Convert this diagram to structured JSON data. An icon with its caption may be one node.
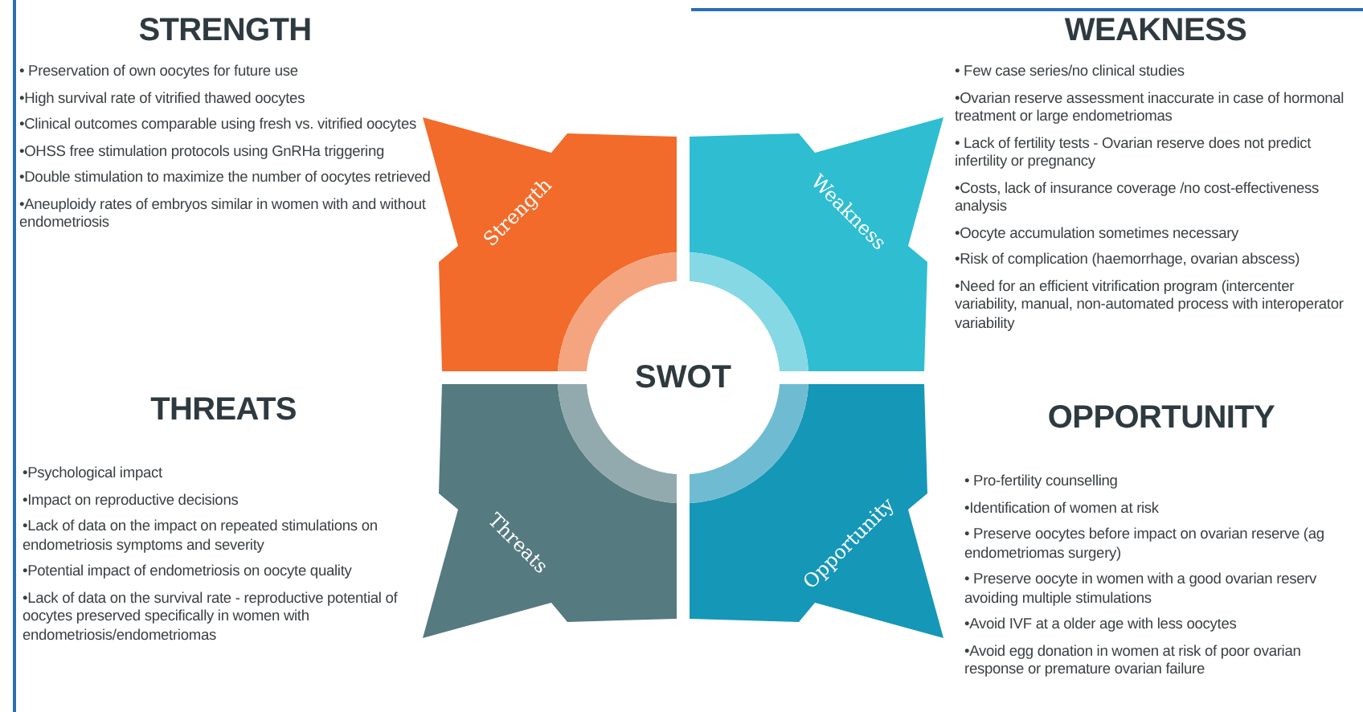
{
  "diagram": {
    "nodes": [
      {
        "text": [
          "Strength"
        ]
      },
      {
        "text": [
          "Weakness"
        ]
      },
      {
        "text": [
          "SWOT"
        ]
      },
      {
        "text": [
          "Threats"
        ]
      },
      {
        "text": [
          "Opportunity"
        ]
      }
    ],
    "labels": [
      "STRENGTH",
      "• Preservation of own oocytes for future use",
      "•High survival rate of vitrified thawed oocytes",
      "•Clinical outcomes comparable using fresh vs. vitrified oocytes",
      "•OHSS free stimulation protocols using GnRHa triggering",
      "•Double stimulation to maximize the number of oocytes retrieved",
      "•Aneuploidy rates of embryos similar in women with and without endometriosis",
      "WEAKNESS",
      "• Few case series/no clinical studies",
      "•Ovarian reserve assessment inaccurate in case of hormonal treatment or large endometriomas",
      "• Lack of fertility tests - Ovarian reserve does not predict infertility or pregnancy",
      "•Costs, lack of insurance coverage /no cost-effectiveness analysis",
      "•Oocyte accumulation sometimes necessary",
      "•Risk of complication (haemorrhage, ovarian abscess)",
      "•Need for an efficient vitrification program (intercenter variability, manual, non-automated process with interoperator variability",
      "THREATS",
      "•Psychological impact",
      "•Impact on reproductive decisions",
      "•Lack of data on the impact on repeated stimulations on endometriosis symptoms and severity",
      "•Potential impact of endometriosis on oocyte quality",
      "•Lack of data on the survival rate - reproductive potential of oocytes preserved specifically in women with endometriosis/endometriomas",
      "OPPORTUNITY",
      "• Pro-fertility counselling",
      "•Identification of women at risk",
      "• Preserve oocytes before impact on ovarian reserve (ag endometriomas surgery)",
      "• Preserve oocyte in women with a good ovarian reserv avoiding multiple stimulations",
      "•Avoid IVF at a older age with less oocytes",
      "•Avoid egg donation in women at risk of poor ovarian response or premature ovarian failure"
    ]
  }
}
